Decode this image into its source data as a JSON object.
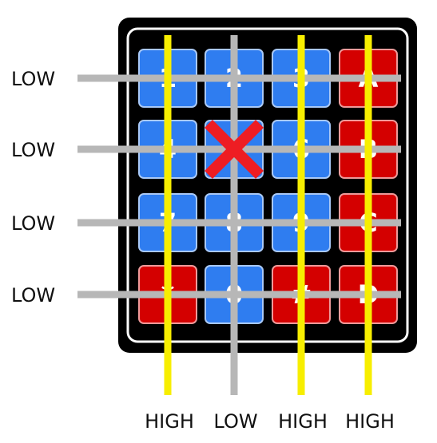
{
  "colors": {
    "background": "#ffffff",
    "frame": "#000000",
    "frame_border": "#ffffff",
    "key_blue": "#2f7df0",
    "key_blue_border": "#a9c9f7",
    "key_red": "#d40000",
    "key_red_border": "#ee9a9a",
    "key_text": "#ffffff",
    "wire_low": "#b7b7b7",
    "wire_high": "#f7ee00",
    "pressed_marker": "#ee1d23",
    "label_text": "#111111"
  },
  "keypad": {
    "rows": [
      [
        {
          "label": "1",
          "color": "blue"
        },
        {
          "label": "2",
          "color": "blue"
        },
        {
          "label": "3",
          "color": "blue"
        },
        {
          "label": "A",
          "color": "red"
        }
      ],
      [
        {
          "label": "4",
          "color": "blue"
        },
        {
          "label": "5",
          "color": "blue"
        },
        {
          "label": "6",
          "color": "blue"
        },
        {
          "label": "B",
          "color": "red"
        }
      ],
      [
        {
          "label": "7",
          "color": "blue"
        },
        {
          "label": "8",
          "color": "blue"
        },
        {
          "label": "9",
          "color": "blue"
        },
        {
          "label": "C",
          "color": "red"
        }
      ],
      [
        {
          "label": "*",
          "color": "red"
        },
        {
          "label": "0",
          "color": "blue"
        },
        {
          "label": "#",
          "color": "red"
        },
        {
          "label": "D",
          "color": "red"
        }
      ]
    ],
    "pressed": {
      "row": 1,
      "col": 1
    }
  },
  "row_wires": [
    {
      "label": "LOW",
      "level": "low"
    },
    {
      "label": "LOW",
      "level": "low"
    },
    {
      "label": "LOW",
      "level": "low"
    },
    {
      "label": "LOW",
      "level": "low"
    }
  ],
  "column_wires": [
    {
      "label": "HIGH",
      "level": "high"
    },
    {
      "label": "LOW",
      "level": "low"
    },
    {
      "label": "HIGH",
      "level": "high"
    },
    {
      "label": "HIGH",
      "level": "high"
    }
  ]
}
